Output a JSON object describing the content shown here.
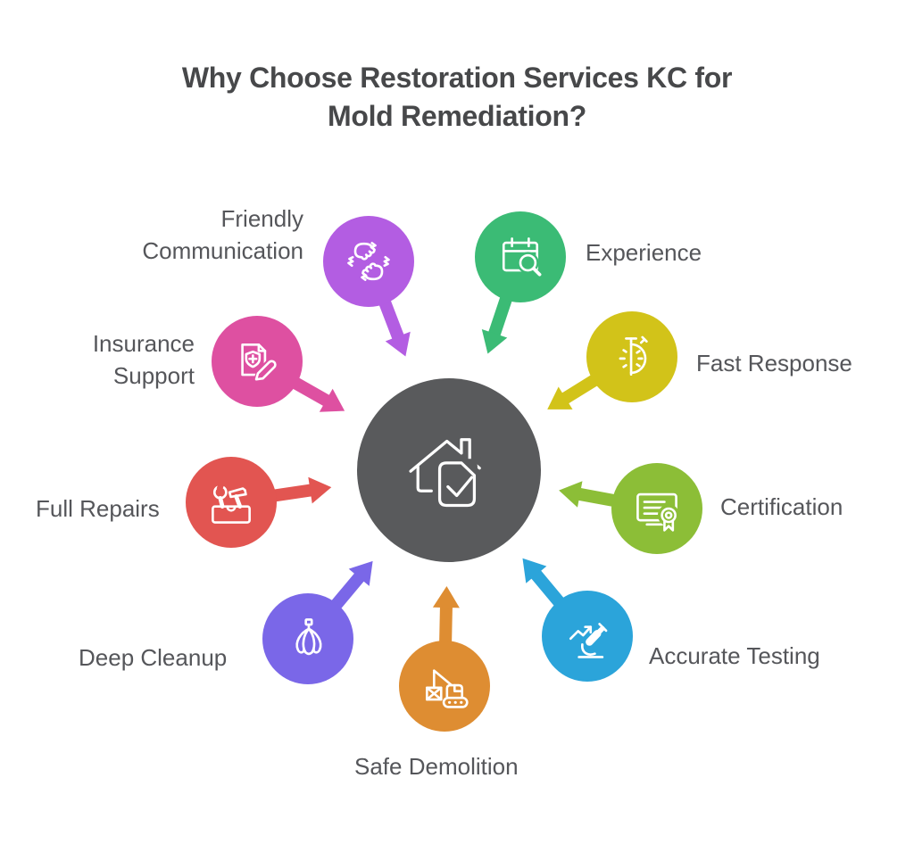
{
  "title": {
    "line1": "Why Choose Restoration Services KC for",
    "line2": "Mold Remediation?"
  },
  "colors": {
    "background": "#ffffff",
    "title_text": "#47484a",
    "label_text": "#55565a",
    "center_circle": "#595a5c",
    "icon_stroke": "#ffffff"
  },
  "center": {
    "name": "home-inspection",
    "icon": "house-check-icon"
  },
  "items": [
    {
      "id": "friendly-communication",
      "label": "Friendly Communication",
      "color": "#b35de2",
      "icon": "fist-bump-icon"
    },
    {
      "id": "experience",
      "label": "Experience",
      "color": "#3bbb75",
      "icon": "calendar-search-icon"
    },
    {
      "id": "fast-response",
      "label": "Fast Response",
      "color": "#d2c319",
      "icon": "stopwatch-icon"
    },
    {
      "id": "certification",
      "label": "Certification",
      "color": "#8cbe37",
      "icon": "certificate-icon"
    },
    {
      "id": "accurate-testing",
      "label": "Accurate Testing",
      "color": "#2ba4da",
      "icon": "microscope-icon"
    },
    {
      "id": "safe-demolition",
      "label": "Safe Demolition",
      "color": "#de8d32",
      "icon": "excavator-icon"
    },
    {
      "id": "deep-cleanup",
      "label": "Deep Cleanup",
      "color": "#7a67e8",
      "icon": "duster-icon"
    },
    {
      "id": "full-repairs",
      "label": "Full Repairs",
      "color": "#e25551",
      "icon": "toolbox-icon"
    },
    {
      "id": "insurance-support",
      "label": "Insurance Support",
      "color": "#de50a1",
      "icon": "document-pen-icon"
    }
  ]
}
